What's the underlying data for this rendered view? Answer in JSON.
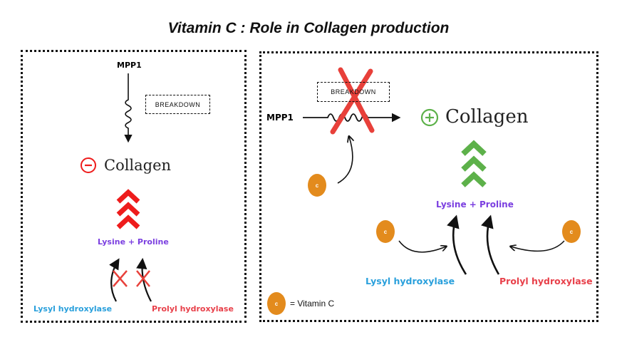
{
  "title": "Vitamin C : Role in Collagen production",
  "left_panel": {
    "mpp1": "MPP1",
    "breakdown": "BREAKDOWN",
    "collagen": "Collagen",
    "lysine_proline": "Lysine + Proline",
    "lysyl": "Lysyl hydroxylase",
    "prolyl": "Prolyl hydroxylase"
  },
  "right_panel": {
    "mpp1": "MPP1",
    "breakdown": "BREAKDOWN",
    "collagen": "Collagen",
    "lysine_proline": "Lysine + Proline",
    "lysyl": "Lysyl hydroxylase",
    "prolyl": "Prolyl hydroxylase",
    "vitamin_c_glyph": "c",
    "legend_text": "= Vitamin C"
  },
  "colors": {
    "red": "#ee1c1c",
    "green": "#5db14a",
    "purple": "#7b3fe0",
    "blue": "#2aa0dc",
    "prolyl_red": "#e8404a",
    "orange": "#e38b1d"
  }
}
